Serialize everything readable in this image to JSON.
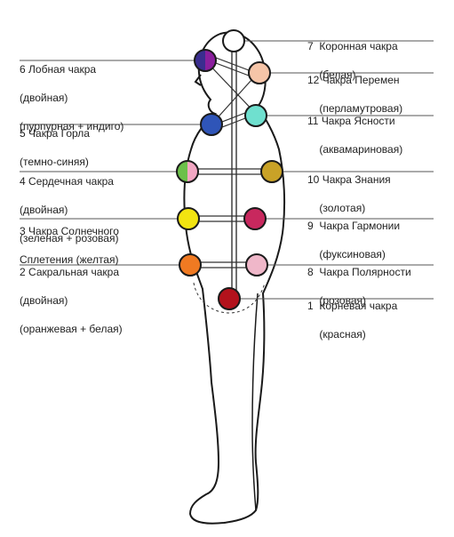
{
  "colors": {
    "outline": "#1a1a1a",
    "leader": "#555555",
    "channel": "#333333"
  },
  "chakras": [
    {
      "id": "crown",
      "number": "7",
      "name": "Коронная чакра",
      "color_name": "(белая)",
      "fill": "#ffffff"
    },
    {
      "id": "change",
      "number": "12",
      "name": "Чакра Перемен",
      "color_name": "(перламутровая)",
      "fill": "#f6c5a8"
    },
    {
      "id": "clarity",
      "number": "11",
      "name": "Чакра Ясности",
      "color_name": "(аквамариновая)",
      "fill": "#6fe0cf"
    },
    {
      "id": "knowledge",
      "number": "10",
      "name": "Чакра Знания",
      "color_name": "(золотая)",
      "fill": "#c9a227"
    },
    {
      "id": "harmony",
      "number": "9",
      "name": "Чакра Гармонии",
      "color_name": "(фуксиновая)",
      "fill": "#c8285e"
    },
    {
      "id": "polarity",
      "number": "8",
      "name": "Чакра Полярности",
      "color_name": "(розовая)",
      "fill": "#efb7c9"
    },
    {
      "id": "root",
      "number": "1",
      "name": "Корневая чакра",
      "color_name": "(красная)",
      "fill": "#b3121c"
    },
    {
      "id": "brow",
      "number": "6",
      "name": "Лобная чакра",
      "lines": [
        "(двойная)",
        "(пурпурная + индиго)"
      ],
      "fill": "#3a2d8f",
      "fill2": "#8b1f9e"
    },
    {
      "id": "throat",
      "number": "5",
      "name": "Чакра Горла",
      "lines": [
        "(темно-синяя)"
      ],
      "fill": "#2f55b8"
    },
    {
      "id": "heart",
      "number": "4",
      "name": "Сердечная чакра",
      "lines": [
        "(двойная)",
        "(зеленая + розовая)"
      ],
      "fill": "#6cc04a",
      "fill2": "#f2a7c3"
    },
    {
      "id": "solar",
      "number": "3",
      "name": "Чакра Солнечного",
      "lines": [
        "Сплетения (желтая)"
      ],
      "fill": "#f2e411"
    },
    {
      "id": "sacral",
      "number": "2",
      "name": "Сакральная чакра",
      "lines": [
        "(двойная)",
        "(оранжевая + белая)"
      ],
      "fill": "#f07a22"
    }
  ]
}
